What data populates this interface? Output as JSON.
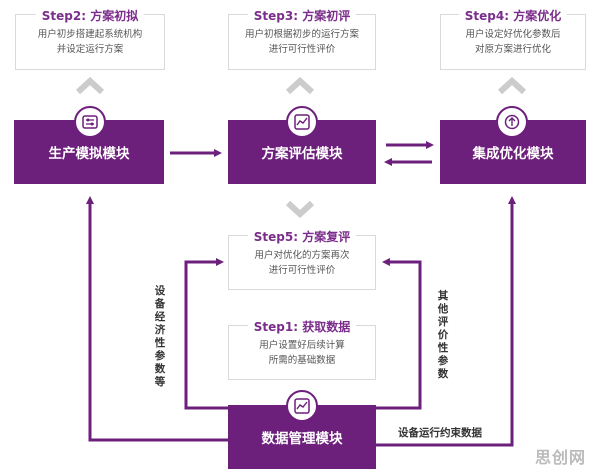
{
  "steps": {
    "step2": {
      "title": "Step2: 方案初拟",
      "line1": "用户初步搭建起系统机构",
      "line2": "并设定运行方案"
    },
    "step3": {
      "title": "Step3: 方案初评",
      "line1": "用户初根据初步的运行方案",
      "line2": "进行可行性评价"
    },
    "step4": {
      "title": "Step4: 方案优化",
      "line1": "用户设定好优化参数后",
      "line2": "对原方案进行优化"
    },
    "step5": {
      "title": "Step5: 方案复评",
      "line1": "用户对优化的方案再次",
      "line2": "进行可行性评价"
    },
    "step1": {
      "title": "Step1: 获取数据",
      "line1": "用户设置好后续计算",
      "line2": "所需的基础数据"
    }
  },
  "modules": {
    "production": "生产模拟模块",
    "evaluation": "方案评估模块",
    "optimization": "集成优化模块",
    "data": "数据管理模块"
  },
  "labels": {
    "left_vertical": "设备经济性参数等",
    "right_vertical": "其他评价性参数",
    "bottom_right": "设备运行约束数据"
  },
  "watermark": "思创网",
  "colors": {
    "accent": "#6d1f7c",
    "arrow_up": "#cccccc"
  }
}
